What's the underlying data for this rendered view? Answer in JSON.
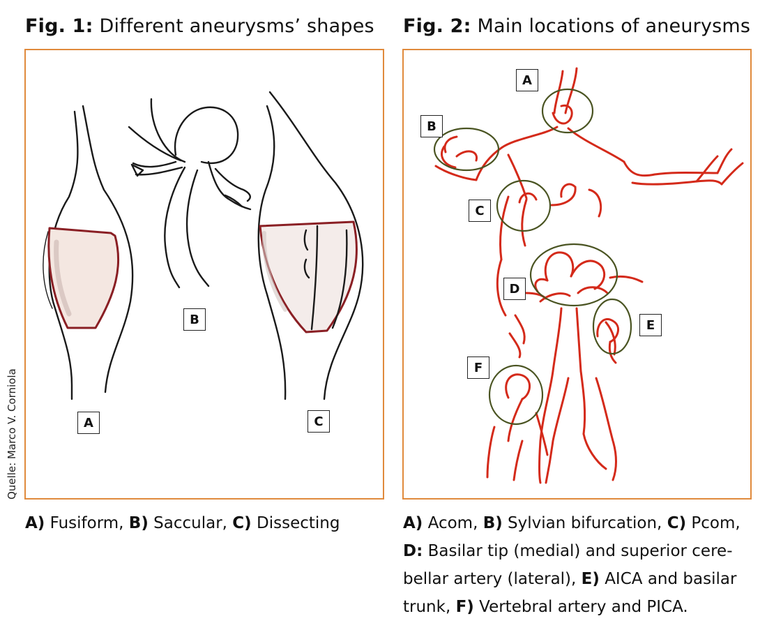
{
  "fig1": {
    "title_num": "Fig. 1:",
    "title_text": " Different aneurysms’ shapes",
    "labels": {
      "a": "A",
      "b": "B",
      "c": "C"
    },
    "caption": {
      "a_key": "A)",
      "a_text": " Fusiform, ",
      "b_key": "B)",
      "b_text": " Saccular, ",
      "c_key": "C)",
      "c_text": " Dissecting"
    }
  },
  "fig2": {
    "title_num": "Fig. 2:",
    "title_text": " Main locations of aneurysms",
    "labels": {
      "a": "A",
      "b": "B",
      "c": "C",
      "d": "D",
      "e": "E",
      "f": "F"
    },
    "caption": {
      "a_key": "A)",
      "a_text": " Acom, ",
      "b_key": "B)",
      "b_text": " Sylvian bifurcation, ",
      "c_key": "C)",
      "c_text": " Pcom, ",
      "d_key": "D:",
      "d_text": " Basilar tip (medial) and superior cere­bellar artery (lateral), ",
      "e_key": "E)",
      "e_text": " AICA and basilar trunk, ",
      "f_key": "F)",
      "f_text": " Vertebral artery and PICA."
    }
  },
  "credit": "Quelle: Marco V. Corniola",
  "colors": {
    "frame": "#e08a3c",
    "artery": "#d42a1a",
    "sac": "#8a1f24",
    "ring": "#4a5422",
    "ink": "#1a1a1a"
  },
  "icons": [
    "fusiform-aneurysm-drawing",
    "saccular-aneurysm-drawing",
    "dissecting-aneurysm-drawing",
    "cerebral-arteries-drawing"
  ]
}
